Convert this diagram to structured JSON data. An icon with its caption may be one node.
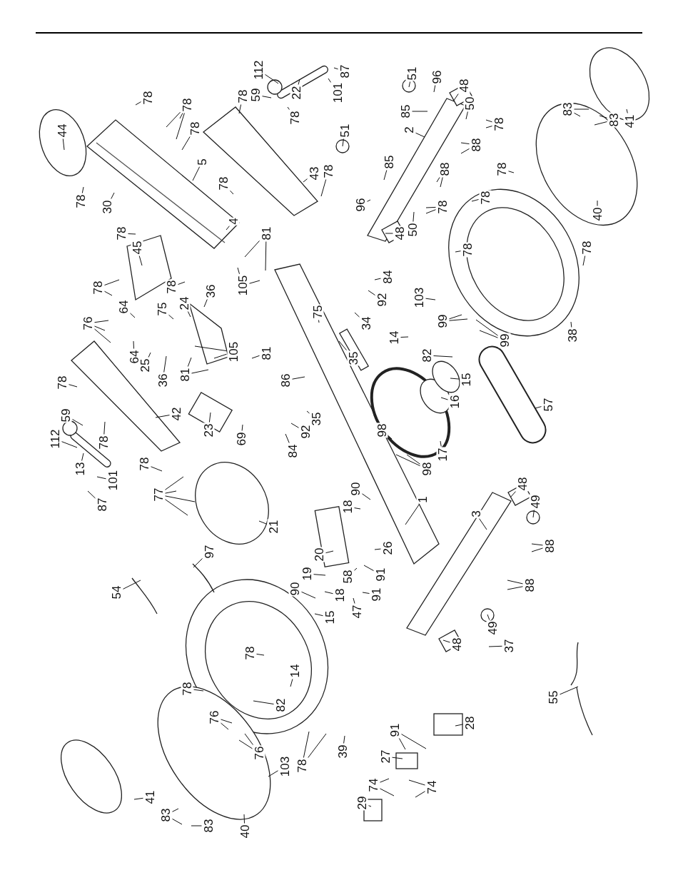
{
  "diagram": {
    "nodes": [
      {
        "text": [
          "44"
        ]
      },
      {
        "text": [
          "78"
        ]
      },
      {
        "text": [
          "30"
        ]
      },
      {
        "text": [
          "78"
        ]
      },
      {
        "text": [
          "78"
        ]
      },
      {
        "text": [
          "78"
        ]
      },
      {
        "text": [
          "5"
        ]
      },
      {
        "text": [
          "78"
        ]
      },
      {
        "text": [
          "4"
        ]
      },
      {
        "text": [
          "78"
        ]
      },
      {
        "text": [
          "45"
        ]
      },
      {
        "text": [
          "78"
        ]
      },
      {
        "text": [
          "78"
        ]
      },
      {
        "text": [
          "64"
        ]
      },
      {
        "text": [
          "75"
        ]
      },
      {
        "text": [
          "24"
        ]
      },
      {
        "text": [
          "36"
        ]
      },
      {
        "text": [
          "105"
        ]
      },
      {
        "text": [
          "81"
        ]
      },
      {
        "text": [
          "78"
        ]
      },
      {
        "text": [
          "59"
        ]
      },
      {
        "text": [
          "112"
        ]
      },
      {
        "text": [
          "22"
        ]
      },
      {
        "text": [
          "78"
        ]
      },
      {
        "text": [
          "101"
        ]
      },
      {
        "text": [
          "87"
        ]
      },
      {
        "text": [
          "43"
        ]
      },
      {
        "text": [
          "78"
        ]
      },
      {
        "text": [
          "51"
        ]
      },
      {
        "text": [
          "75"
        ]
      },
      {
        "text": [
          "51"
        ]
      },
      {
        "text": [
          "96"
        ]
      },
      {
        "text": [
          "48"
        ]
      },
      {
        "text": [
          "85"
        ]
      },
      {
        "text": [
          "2"
        ]
      },
      {
        "text": [
          "50"
        ]
      },
      {
        "text": [
          "78"
        ]
      },
      {
        "text": [
          "88"
        ]
      },
      {
        "text": [
          "85"
        ]
      },
      {
        "text": [
          "88"
        ]
      },
      {
        "text": [
          "96"
        ]
      },
      {
        "text": [
          "50"
        ]
      },
      {
        "text": [
          "78"
        ]
      },
      {
        "text": [
          "48"
        ]
      },
      {
        "text": [
          "83"
        ]
      },
      {
        "text": [
          "83"
        ]
      },
      {
        "text": [
          "41"
        ]
      },
      {
        "text": [
          "78"
        ]
      },
      {
        "text": [
          "78"
        ]
      },
      {
        "text": [
          "40"
        ]
      },
      {
        "text": [
          "78"
        ]
      },
      {
        "text": [
          "78"
        ]
      },
      {
        "text": [
          "103"
        ]
      },
      {
        "text": [
          "84"
        ]
      },
      {
        "text": [
          "92"
        ]
      },
      {
        "text": [
          "34"
        ]
      },
      {
        "text": [
          "99"
        ]
      },
      {
        "text": [
          "38"
        ]
      },
      {
        "text": [
          "99"
        ]
      },
      {
        "text": [
          "14"
        ]
      },
      {
        "text": [
          "82"
        ]
      },
      {
        "text": [
          "15"
        ]
      },
      {
        "text": [
          "16"
        ]
      },
      {
        "text": [
          "57"
        ]
      },
      {
        "text": [
          "17"
        ]
      },
      {
        "text": [
          "98"
        ]
      },
      {
        "text": [
          "98"
        ]
      },
      {
        "text": [
          "35"
        ]
      },
      {
        "text": [
          "90"
        ]
      },
      {
        "text": [
          "18"
        ]
      },
      {
        "text": [
          "1"
        ]
      },
      {
        "text": [
          "3"
        ]
      },
      {
        "text": [
          "48"
        ]
      },
      {
        "text": [
          "49"
        ]
      },
      {
        "text": [
          "26"
        ]
      },
      {
        "text": [
          "88"
        ]
      },
      {
        "text": [
          "76"
        ]
      },
      {
        "text": [
          "64"
        ]
      },
      {
        "text": [
          "25"
        ]
      },
      {
        "text": [
          "36"
        ]
      },
      {
        "text": [
          "81"
        ]
      },
      {
        "text": [
          "105"
        ]
      },
      {
        "text": [
          "81"
        ]
      },
      {
        "text": [
          "86"
        ]
      },
      {
        "text": [
          "78"
        ]
      },
      {
        "text": [
          "42"
        ]
      },
      {
        "text": [
          "23"
        ]
      },
      {
        "text": [
          "69"
        ]
      },
      {
        "text": [
          "35"
        ]
      },
      {
        "text": [
          "92"
        ]
      },
      {
        "text": [
          "84"
        ]
      },
      {
        "text": [
          "59"
        ]
      },
      {
        "text": [
          "112"
        ]
      },
      {
        "text": [
          "78"
        ]
      },
      {
        "text": [
          "13"
        ]
      },
      {
        "text": [
          "78"
        ]
      },
      {
        "text": [
          "101"
        ]
      },
      {
        "text": [
          "87"
        ]
      },
      {
        "text": [
          "77"
        ]
      },
      {
        "text": [
          "21"
        ]
      },
      {
        "text": [
          "97"
        ]
      },
      {
        "text": [
          "20"
        ]
      },
      {
        "text": [
          "19"
        ]
      },
      {
        "text": [
          "58"
        ]
      },
      {
        "text": [
          "91"
        ]
      },
      {
        "text": [
          "91"
        ]
      },
      {
        "text": [
          "47"
        ]
      },
      {
        "text": [
          "54"
        ]
      },
      {
        "text": [
          "90"
        ]
      },
      {
        "text": [
          "18"
        ]
      },
      {
        "text": [
          "15"
        ]
      },
      {
        "text": [
          "78"
        ]
      },
      {
        "text": [
          "14"
        ]
      },
      {
        "text": [
          "78"
        ]
      },
      {
        "text": [
          "82"
        ]
      },
      {
        "text": [
          "76"
        ]
      },
      {
        "text": [
          "76"
        ]
      },
      {
        "text": [
          "103"
        ]
      },
      {
        "text": [
          "78"
        ]
      },
      {
        "text": [
          "39"
        ]
      },
      {
        "text": [
          "41"
        ]
      },
      {
        "text": [
          "83"
        ]
      },
      {
        "text": [
          "83"
        ]
      },
      {
        "text": [
          "40"
        ]
      },
      {
        "text": [
          "48"
        ]
      },
      {
        "text": [
          "49"
        ]
      },
      {
        "text": [
          "37"
        ]
      },
      {
        "text": [
          "88"
        ]
      },
      {
        "text": [
          "55"
        ]
      },
      {
        "text": [
          "28"
        ]
      },
      {
        "text": [
          "91"
        ]
      },
      {
        "text": [
          "27"
        ]
      },
      {
        "text": [
          "74"
        ]
      },
      {
        "text": [
          "74"
        ]
      },
      {
        "text": [
          "29"
        ]
      }
    ],
    "edges": [
      {
        "from": 0,
        "to": null,
        "arrow": "none"
      },
      {
        "from": 1,
        "to": null,
        "arrow": "none"
      },
      {
        "from": 2,
        "to": null,
        "arrow": "none"
      },
      {
        "from": 3,
        "to": null,
        "arrow": "none"
      },
      {
        "from": 4,
        "to": null,
        "arrow": "none"
      },
      {
        "from": 4,
        "to": null,
        "arrow": "none"
      },
      {
        "from": 4,
        "to": null,
        "arrow": "none"
      },
      {
        "from": 5,
        "to": null,
        "arrow": "none"
      },
      {
        "from": 6,
        "to": null,
        "arrow": "none"
      },
      {
        "from": 7,
        "to": null,
        "arrow": "none"
      },
      {
        "from": 8,
        "to": null,
        "arrow": "none"
      },
      {
        "from": 9,
        "to": null,
        "arrow": "none"
      },
      {
        "from": 10,
        "to": null,
        "arrow": "none"
      },
      {
        "from": 11,
        "to": null,
        "arrow": "none"
      },
      {
        "from": 11,
        "to": null,
        "arrow": "none"
      },
      {
        "from": 12,
        "to": null,
        "arrow": "none"
      },
      {
        "from": 13,
        "to": null,
        "arrow": "none"
      },
      {
        "from": 14,
        "to": null,
        "arrow": "none"
      },
      {
        "from": 15,
        "to": null,
        "arrow": "none"
      },
      {
        "from": 16,
        "to": null,
        "arrow": "none"
      },
      {
        "from": 17,
        "to": null,
        "arrow": "none"
      },
      {
        "from": 17,
        "to": null,
        "arrow": "none"
      },
      {
        "from": 18,
        "to": null,
        "arrow": "none"
      },
      {
        "from": 18,
        "to": null,
        "arrow": "none"
      },
      {
        "from": 19,
        "to": null,
        "arrow": "none"
      },
      {
        "from": 20,
        "to": null,
        "arrow": "none"
      },
      {
        "from": 21,
        "to": null,
        "arrow": "none"
      },
      {
        "from": 22,
        "to": null,
        "arrow": "none"
      },
      {
        "from": 23,
        "to": null,
        "arrow": "none"
      },
      {
        "from": 24,
        "to": null,
        "arrow": "none"
      },
      {
        "from": 25,
        "to": null,
        "arrow": "none"
      },
      {
        "from": 26,
        "to": null,
        "arrow": "none"
      },
      {
        "from": 27,
        "to": null,
        "arrow": "none"
      },
      {
        "from": 28,
        "to": null,
        "arrow": "none"
      },
      {
        "from": 29,
        "to": null,
        "arrow": "none"
      },
      {
        "from": 30,
        "to": null,
        "arrow": "none"
      },
      {
        "from": 31,
        "to": null,
        "arrow": "none"
      },
      {
        "from": 32,
        "to": null,
        "arrow": "none"
      },
      {
        "from": 33,
        "to": null,
        "arrow": "none"
      },
      {
        "from": 34,
        "to": null,
        "arrow": "none"
      },
      {
        "from": 35,
        "to": null,
        "arrow": "none"
      },
      {
        "from": 36,
        "to": null,
        "arrow": "none"
      },
      {
        "from": 36,
        "to": null,
        "arrow": "none"
      },
      {
        "from": 37,
        "to": null,
        "arrow": "none"
      },
      {
        "from": 37,
        "to": null,
        "arrow": "none"
      },
      {
        "from": 38,
        "to": null,
        "arrow": "none"
      },
      {
        "from": 39,
        "to": null,
        "arrow": "none"
      },
      {
        "from": 39,
        "to": null,
        "arrow": "none"
      },
      {
        "from": 40,
        "to": null,
        "arrow": "none"
      },
      {
        "from": 41,
        "to": null,
        "arrow": "none"
      },
      {
        "from": 42,
        "to": null,
        "arrow": "none"
      },
      {
        "from": 42,
        "to": null,
        "arrow": "none"
      },
      {
        "from": 43,
        "to": null,
        "arrow": "none"
      },
      {
        "from": 44,
        "to": null,
        "arrow": "none"
      },
      {
        "from": 44,
        "to": null,
        "arrow": "none"
      },
      {
        "from": 45,
        "to": null,
        "arrow": "none"
      },
      {
        "from": 45,
        "to": null,
        "arrow": "none"
      },
      {
        "from": 46,
        "to": null,
        "arrow": "none"
      },
      {
        "from": 47,
        "to": null,
        "arrow": "none"
      },
      {
        "from": 48,
        "to": null,
        "arrow": "none"
      },
      {
        "from": 49,
        "to": null,
        "arrow": "none"
      },
      {
        "from": 50,
        "to": null,
        "arrow": "none"
      },
      {
        "from": 51,
        "to": null,
        "arrow": "none"
      },
      {
        "from": 52,
        "to": null,
        "arrow": "none"
      },
      {
        "from": 53,
        "to": null,
        "arrow": "none"
      },
      {
        "from": 54,
        "to": null,
        "arrow": "none"
      },
      {
        "from": 55,
        "to": null,
        "arrow": "none"
      },
      {
        "from": 56,
        "to": null,
        "arrow": "none"
      },
      {
        "from": 56,
        "to": null,
        "arrow": "none"
      },
      {
        "from": 57,
        "to": null,
        "arrow": "none"
      },
      {
        "from": 58,
        "to": null,
        "arrow": "none"
      },
      {
        "from": 58,
        "to": null,
        "arrow": "none"
      },
      {
        "from": 59,
        "to": null,
        "arrow": "none"
      },
      {
        "from": 60,
        "to": null,
        "arrow": "none"
      },
      {
        "from": 61,
        "to": null,
        "arrow": "none"
      },
      {
        "from": 62,
        "to": null,
        "arrow": "none"
      },
      {
        "from": 63,
        "to": null,
        "arrow": "none"
      },
      {
        "from": 64,
        "to": null,
        "arrow": "none"
      },
      {
        "from": 65,
        "to": null,
        "arrow": "none"
      },
      {
        "from": 66,
        "to": null,
        "arrow": "none"
      },
      {
        "from": 66,
        "to": null,
        "arrow": "none"
      },
      {
        "from": 67,
        "to": null,
        "arrow": "none"
      },
      {
        "from": 68,
        "to": null,
        "arrow": "none"
      },
      {
        "from": 69,
        "to": null,
        "arrow": "none"
      },
      {
        "from": 70,
        "to": null,
        "arrow": "none"
      },
      {
        "from": 71,
        "to": null,
        "arrow": "none"
      },
      {
        "from": 72,
        "to": null,
        "arrow": "none"
      },
      {
        "from": 73,
        "to": null,
        "arrow": "none"
      },
      {
        "from": 74,
        "to": null,
        "arrow": "none"
      },
      {
        "from": 75,
        "to": null,
        "arrow": "none"
      },
      {
        "from": 75,
        "to": null,
        "arrow": "none"
      },
      {
        "from": 76,
        "to": null,
        "arrow": "none"
      },
      {
        "from": 76,
        "to": null,
        "arrow": "none"
      },
      {
        "from": 76,
        "to": null,
        "arrow": "none"
      },
      {
        "from": 77,
        "to": null,
        "arrow": "none"
      },
      {
        "from": 78,
        "to": null,
        "arrow": "none"
      },
      {
        "from": 79,
        "to": null,
        "arrow": "none"
      },
      {
        "from": 80,
        "to": null,
        "arrow": "none"
      },
      {
        "from": 80,
        "to": null,
        "arrow": "none"
      },
      {
        "from": 81,
        "to": null,
        "arrow": "none"
      },
      {
        "from": 81,
        "to": null,
        "arrow": "none"
      },
      {
        "from": 82,
        "to": null,
        "arrow": "none"
      },
      {
        "from": 83,
        "to": null,
        "arrow": "none"
      },
      {
        "from": 84,
        "to": null,
        "arrow": "none"
      },
      {
        "from": 85,
        "to": null,
        "arrow": "none"
      },
      {
        "from": 86,
        "to": null,
        "arrow": "none"
      },
      {
        "from": 87,
        "to": null,
        "arrow": "none"
      },
      {
        "from": 88,
        "to": null,
        "arrow": "none"
      },
      {
        "from": 89,
        "to": null,
        "arrow": "none"
      },
      {
        "from": 90,
        "to": null,
        "arrow": "none"
      },
      {
        "from": 91,
        "to": null,
        "arrow": "none"
      },
      {
        "from": 92,
        "to": null,
        "arrow": "none"
      },
      {
        "from": 93,
        "to": null,
        "arrow": "none"
      },
      {
        "from": 94,
        "to": null,
        "arrow": "none"
      },
      {
        "from": 95,
        "to": null,
        "arrow": "none"
      },
      {
        "from": 96,
        "to": null,
        "arrow": "none"
      },
      {
        "from": 97,
        "to": null,
        "arrow": "none"
      },
      {
        "from": 98,
        "to": null,
        "arrow": "none"
      },
      {
        "from": 98,
        "to": null,
        "arrow": "none"
      },
      {
        "from": 98,
        "to": null,
        "arrow": "none"
      },
      {
        "from": 98,
        "to": null,
        "arrow": "none"
      },
      {
        "from": 99,
        "to": null,
        "arrow": "none"
      },
      {
        "from": 100,
        "to": null,
        "arrow": "none"
      },
      {
        "from": 101,
        "to": null,
        "arrow": "none"
      },
      {
        "from": 102,
        "to": null,
        "arrow": "none"
      },
      {
        "from": 103,
        "to": null,
        "arrow": "none"
      },
      {
        "from": 104,
        "to": null,
        "arrow": "none"
      },
      {
        "from": 105,
        "to": null,
        "arrow": "none"
      },
      {
        "from": 106,
        "to": null,
        "arrow": "none"
      },
      {
        "from": 107,
        "to": null,
        "arrow": "none"
      },
      {
        "from": 108,
        "to": null,
        "arrow": "none"
      },
      {
        "from": 109,
        "to": null,
        "arrow": "none"
      },
      {
        "from": 110,
        "to": null,
        "arrow": "none"
      },
      {
        "from": 111,
        "to": null,
        "arrow": "none"
      },
      {
        "from": 112,
        "to": null,
        "arrow": "none"
      },
      {
        "from": 113,
        "to": null,
        "arrow": "none"
      },
      {
        "from": 114,
        "to": null,
        "arrow": "none"
      },
      {
        "from": 115,
        "to": null,
        "arrow": "none"
      },
      {
        "from": 115,
        "to": null,
        "arrow": "none"
      },
      {
        "from": 116,
        "to": null,
        "arrow": "none"
      },
      {
        "from": 116,
        "to": null,
        "arrow": "none"
      },
      {
        "from": 117,
        "to": null,
        "arrow": "none"
      },
      {
        "from": 118,
        "to": null,
        "arrow": "none"
      },
      {
        "from": 118,
        "to": null,
        "arrow": "none"
      },
      {
        "from": 119,
        "to": null,
        "arrow": "none"
      },
      {
        "from": 120,
        "to": null,
        "arrow": "none"
      },
      {
        "from": 121,
        "to": null,
        "arrow": "none"
      },
      {
        "from": 121,
        "to": null,
        "arrow": "none"
      },
      {
        "from": 122,
        "to": null,
        "arrow": "none"
      },
      {
        "from": 123,
        "to": null,
        "arrow": "none"
      },
      {
        "from": 124,
        "to": null,
        "arrow": "none"
      },
      {
        "from": 125,
        "to": null,
        "arrow": "none"
      },
      {
        "from": 126,
        "to": null,
        "arrow": "none"
      },
      {
        "from": 127,
        "to": null,
        "arrow": "none"
      },
      {
        "from": 127,
        "to": null,
        "arrow": "none"
      },
      {
        "from": 128,
        "to": null,
        "arrow": "none"
      },
      {
        "from": 129,
        "to": null,
        "arrow": "none"
      },
      {
        "from": 130,
        "to": null,
        "arrow": "none"
      },
      {
        "from": 130,
        "to": null,
        "arrow": "none"
      },
      {
        "from": 131,
        "to": null,
        "arrow": "none"
      },
      {
        "from": 132,
        "to": null,
        "arrow": "none"
      },
      {
        "from": 132,
        "to": null,
        "arrow": "none"
      },
      {
        "from": 133,
        "to": null,
        "arrow": "none"
      },
      {
        "from": 133,
        "to": null,
        "arrow": "none"
      },
      {
        "from": 134,
        "to": null,
        "arrow": "none"
      }
    ]
  }
}
